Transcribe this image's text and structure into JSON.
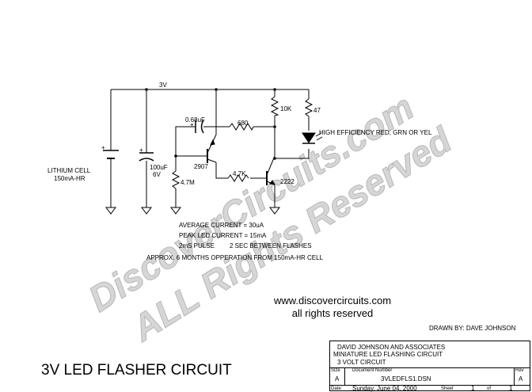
{
  "watermark": {
    "line1": "DiscoverCircuits.com",
    "line2": "ALL Rights Reserved"
  },
  "schematic": {
    "supply_label": "3V",
    "battery": {
      "label_line1": "LITHIUM CELL",
      "label_line2": "150mA-HR"
    },
    "cap_bulk": {
      "value": "100uF",
      "voltage": "6V"
    },
    "cap_timing": {
      "value": "0.68uF"
    },
    "r_680": "680",
    "r_10k": "10K",
    "r_47": "47",
    "r_47k": "4.7K",
    "r_47m": "4.7M",
    "q1": "2907",
    "q2": "2222",
    "led_label": "HIGH EFFICIENCY RED, GRN OR YEL"
  },
  "notes": {
    "avg_current": "AVERAGE CURRENT = 30uA",
    "peak_current": "PEAK LED CURRENT = 15mA",
    "pulse": "2mS PULSE",
    "interval": "2 SEC BETWEEN FLASHES",
    "life": "APPROX. 6 MONTHS OPPERATION FROM 150mA-HR CELL"
  },
  "website": "www.discovercircuits.com",
  "rights": "all rights reserved",
  "drawn_by": "DRAWN BY: DAVE JOHNSON",
  "title_block": {
    "company": "DAVID JOHNSON AND ASSOCIATES",
    "title1": "MINIATURE LED FLASHING CIRCUIT",
    "title2": "3 VOLT CIRCUIT",
    "size_label": "Size",
    "size": "A",
    "docnum_label": "Document Number",
    "docnum": "3VLEDFLS1.DSN",
    "rev_label": "Rev",
    "rev": "A",
    "date_label": "Date:",
    "date": "Sunday, June 04, 2000",
    "sheet_label": "Sheet",
    "sheet": "1",
    "of_label": "of",
    "of": "1"
  },
  "big_title": "3V LED FLASHER CIRCUIT"
}
